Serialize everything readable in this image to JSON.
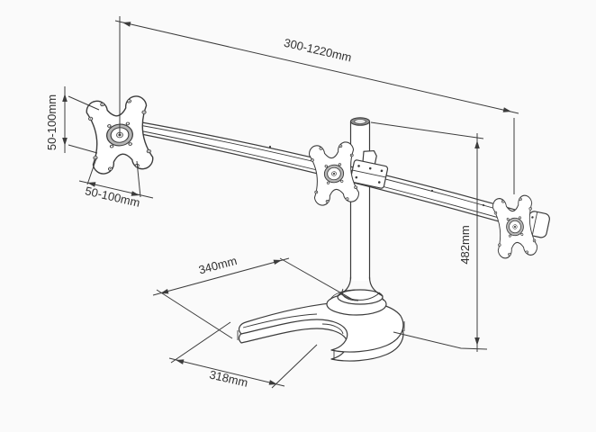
{
  "diagram": {
    "subject": "triple-monitor-desk-stand-dimension-drawing",
    "background": "#fafafa",
    "line_color": "#3c3c3c",
    "text_color": "#303030",
    "dimensions": {
      "arm_span": "300-1220mm",
      "vesa_height": "50-100mm",
      "vesa_width": "50-100mm",
      "stand_height": "482mm",
      "base_depth": "340mm",
      "base_width": "318mm"
    }
  }
}
